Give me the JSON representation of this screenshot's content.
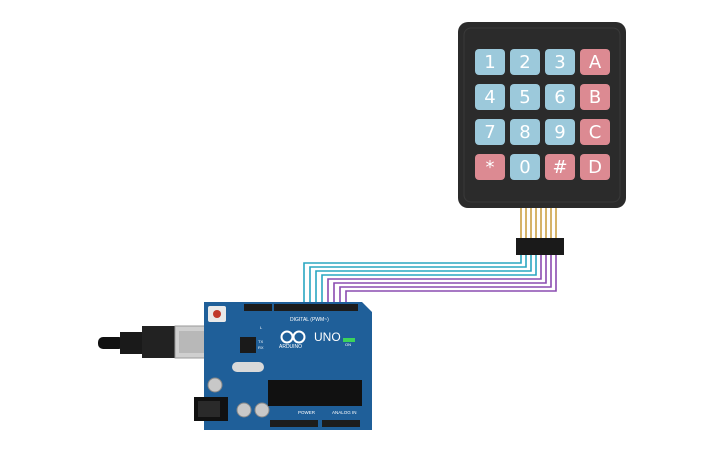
{
  "keypad": {
    "keys": [
      "1",
      "2",
      "3",
      "A",
      "4",
      "5",
      "6",
      "B",
      "7",
      "8",
      "9",
      "C",
      "*",
      "0",
      "#",
      "D"
    ],
    "colors": {
      "body": "#2b2b2b",
      "digit_key": "#9cc9db",
      "letter_key": "#dc8a92"
    }
  },
  "arduino": {
    "brand": "ARDUINO",
    "model": "UNO",
    "on_label": "ON",
    "digital_label": "DIGITAL (PWM~)",
    "power_label": "POWER",
    "analog_label": "ANALOG IN",
    "led_labels": [
      "L",
      "TX",
      "RX"
    ],
    "colors": {
      "board": "#1f5f99",
      "header": "#1c1c1c"
    }
  },
  "wires": {
    "colors": {
      "teal": "#2aa7c1",
      "purple": "#8a4bb0"
    }
  }
}
